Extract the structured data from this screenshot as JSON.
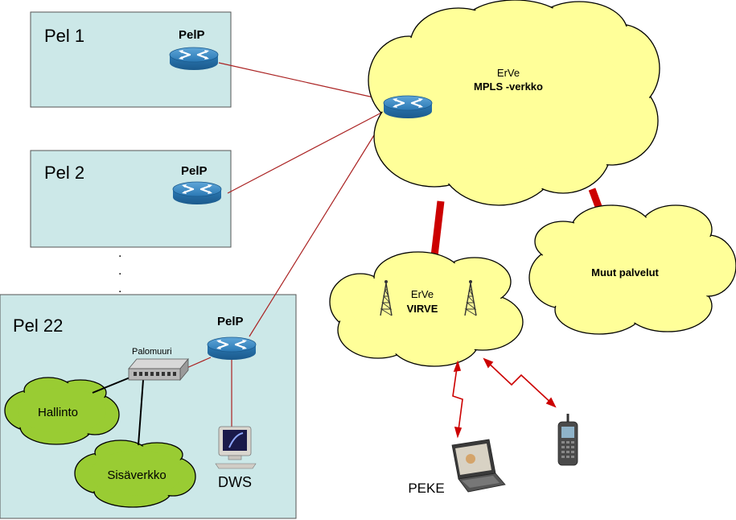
{
  "sites": {
    "pel1": {
      "title": "Pel 1",
      "router_label": "PelP"
    },
    "pel2": {
      "title": "Pel 2",
      "router_label": "PelP"
    },
    "ellipsis": ".",
    "pel22": {
      "title": "Pel 22",
      "router_label": "PelP",
      "firewall_label": "Palomuuri",
      "clouds": {
        "hallinto": "Hallinto",
        "sisaverkko": "Sisäverkko"
      },
      "workstation_label": "DWS"
    }
  },
  "erve_mpls": {
    "line1": "ErVe",
    "line2": "MPLS -verkko"
  },
  "erve_virve": {
    "line1": "ErVe",
    "line2": "VIRVE"
  },
  "muut_palvelut": "Muut palvelut",
  "terminals": {
    "peke_label": "PEKE"
  },
  "colors": {
    "site_box": "#cce8e8",
    "yellow_cloud": "#ffff99",
    "green_cloud": "#99cc33",
    "link_line": "#aa2222",
    "trunk": "#cc0000",
    "router": "#2f7fb8"
  }
}
